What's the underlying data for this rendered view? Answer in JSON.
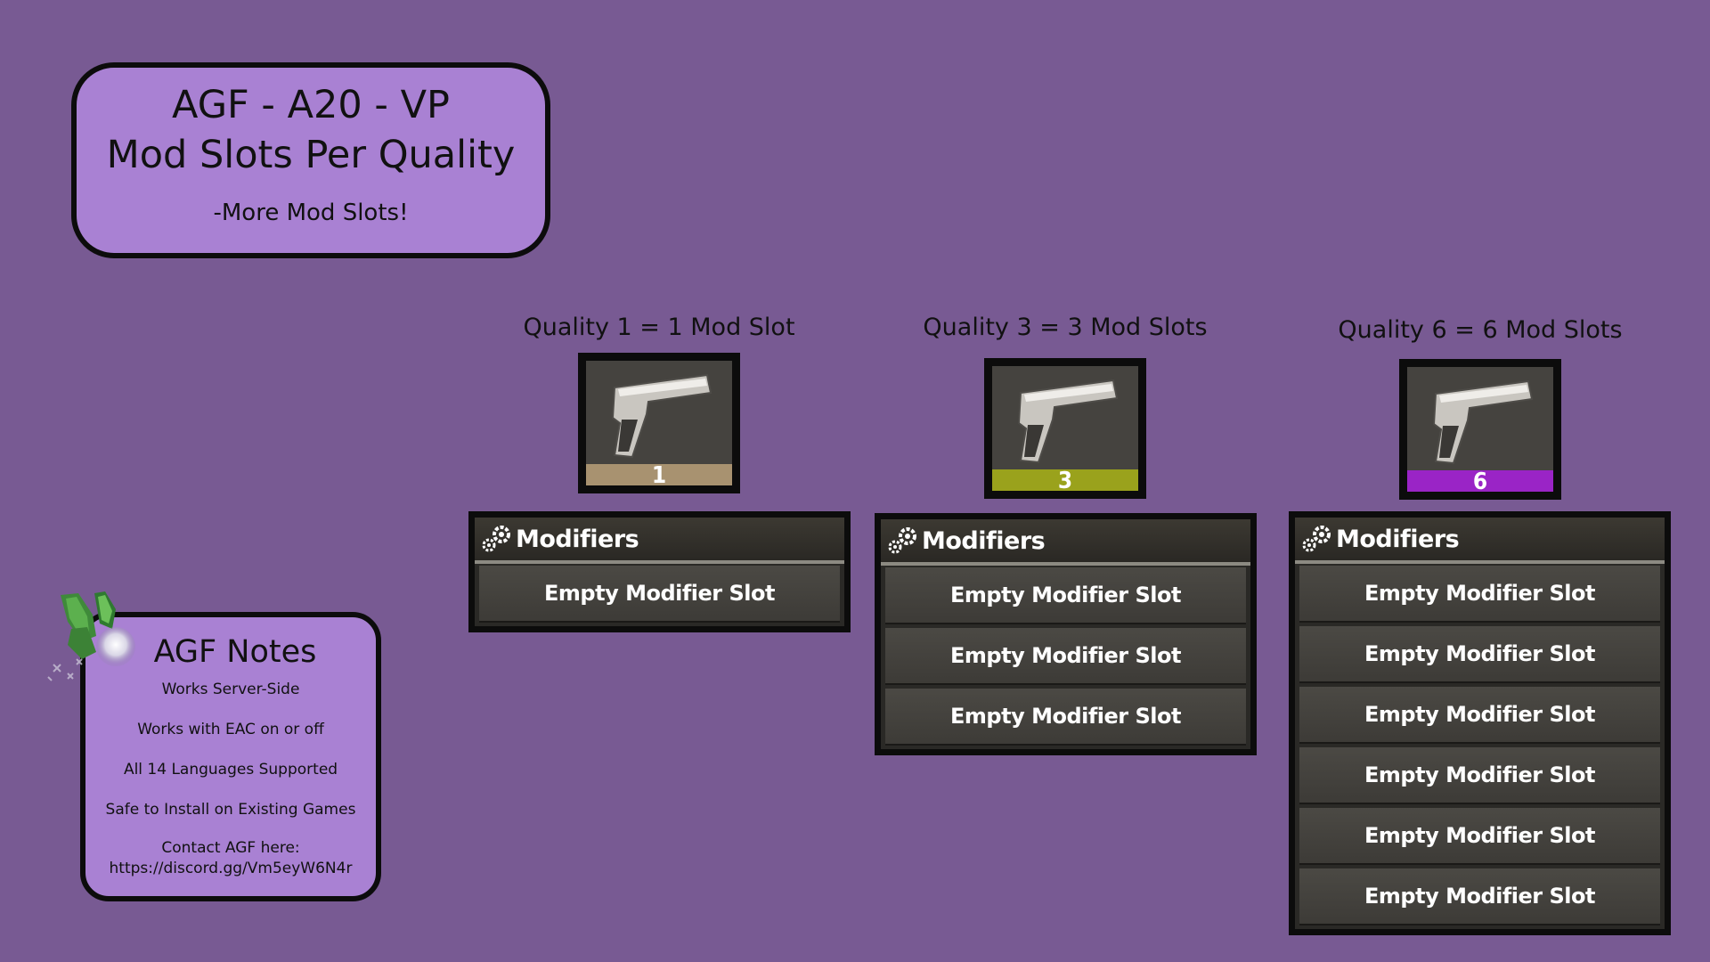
{
  "title_box": {
    "line1": "AGF - A20 - VP",
    "line2": "Mod Slots Per Quality",
    "subtitle": "-More Mod Slots!"
  },
  "notes": {
    "title": "AGF Notes",
    "lines": [
      "Works Server-Side",
      "Works with EAC on or off",
      "All 14 Languages Supported",
      "Safe to Install on Existing Games"
    ],
    "contact_label": "Contact AGF here:",
    "contact_link": "https://discord.gg/Vm5eyW6N4r",
    "icon": "leaf-orb-icon"
  },
  "tiers": [
    {
      "label": "Quality 1 = 1 Mod Slot",
      "quality": "1",
      "bar_color": "#a89270"
    },
    {
      "label": "Quality 3 = 3 Mod Slots",
      "quality": "3",
      "bar_color": "#9aa21c"
    },
    {
      "label": "Quality 6 = 6 Mod Slots",
      "quality": "6",
      "bar_color": "#9a24c6"
    }
  ],
  "panels": [
    {
      "header": "Modifiers",
      "slots": [
        "Empty Modifier Slot"
      ]
    },
    {
      "header": "Modifiers",
      "slots": [
        "Empty Modifier Slot",
        "Empty Modifier Slot",
        "Empty Modifier Slot"
      ]
    },
    {
      "header": "Modifiers",
      "slots": [
        "Empty Modifier Slot",
        "Empty Modifier Slot",
        "Empty Modifier Slot",
        "Empty Modifier Slot",
        "Empty Modifier Slot",
        "Empty Modifier Slot"
      ]
    }
  ],
  "icons": {
    "item": "pistol-icon",
    "modifiers": "gears-icon"
  },
  "colors": {
    "background": "#785a93",
    "box": "#a981d3"
  }
}
